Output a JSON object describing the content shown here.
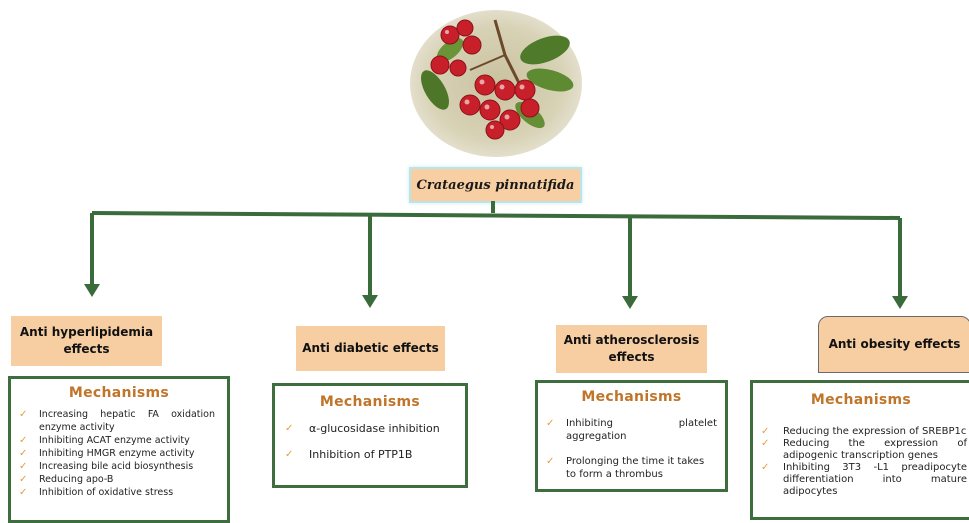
{
  "title": "Crataegus pinnatifida",
  "photo_alt": "hawthorn-berries",
  "colors": {
    "line": "#3a6b3a",
    "effect_box": "#f7cda2",
    "mechanism_title": "#c0752a",
    "check": "#e0a040",
    "berry": "#c8202a"
  },
  "effects": [
    {
      "title": "Anti hyperlipidemia effects",
      "title_lines": [
        "Anti hyperlipidemia",
        "effects"
      ],
      "mechanisms_title": "Mechanisms",
      "mechanisms": [
        "Increasing hepatic FA oxidation enzyme activity",
        "Inhibiting ACAT enzyme activity",
        "Inhibiting HMGR enzyme activity",
        "Increasing bile acid biosynthesis",
        "Reducing apo-B",
        "Inhibition of oxidative stress"
      ]
    },
    {
      "title": "Anti diabetic effects",
      "title_lines": [
        "Anti diabetic effects"
      ],
      "mechanisms_title": "Mechanisms",
      "mechanisms": [
        "α-glucosidase inhibition",
        "Inhibition of PTP1B"
      ]
    },
    {
      "title": "Anti atherosclerosis effects",
      "title_lines": [
        "Anti atherosclerosis",
        "effects"
      ],
      "mechanisms_title": "Mechanisms",
      "mechanisms": [
        "Inhibiting platelet aggregation",
        "Prolonging the time it takes to form a thrombus"
      ]
    },
    {
      "title": "Anti obesity effects",
      "title_lines": [
        "Anti obesity effects"
      ],
      "mechanisms_title": "Mechanisms",
      "mechanisms": [
        "Reducing the expression of SREBP1c",
        "Reducing the expression of adipogenic transcription genes",
        "Inhibiting 3T3 -L1 preadipocyte differentiation into mature adipocytes"
      ]
    }
  ]
}
